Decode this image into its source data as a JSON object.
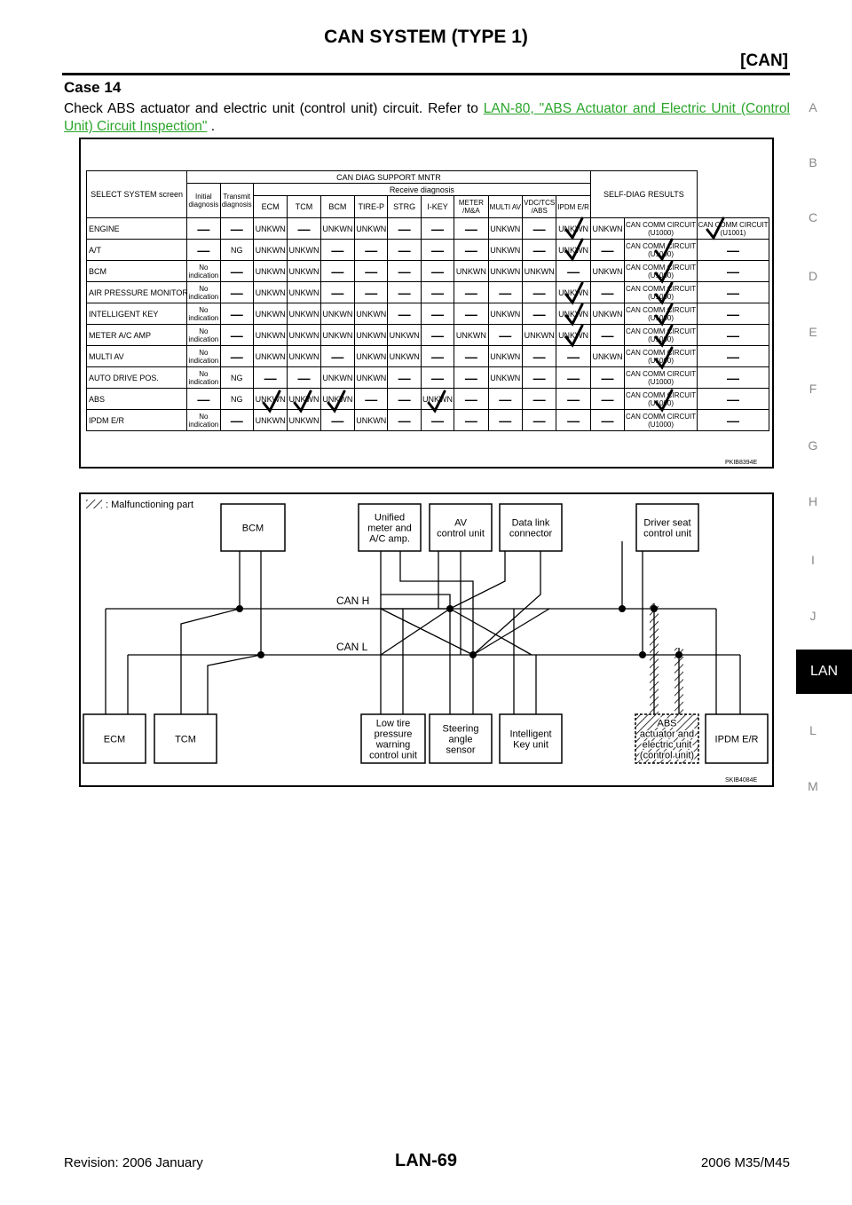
{
  "header": {
    "title": "CAN SYSTEM (TYPE 1)",
    "section": "[CAN]"
  },
  "case": {
    "heading": "Case 14",
    "text_before": "Check ABS actuator and electric unit (control unit) circuit. Refer to ",
    "link": "LAN-80, \"ABS Actuator and Electric Unit (Control Unit) Circuit Inspection\"",
    "text_after": " ."
  },
  "sidebar": {
    "letters": [
      "A",
      "B",
      "C",
      "D",
      "E",
      "F",
      "G",
      "H",
      "I",
      "J",
      "L",
      "M"
    ],
    "active": "LAN"
  },
  "table": {
    "header": {
      "select": "SELECT SYSTEM screen",
      "support": "CAN DIAG SUPPORT MNTR",
      "initial": "Initial diagnosis",
      "transmit": "Transmit diagnosis",
      "receive": "Receive diagnosis",
      "self": "SELF-DIAG RESULTS",
      "cols": [
        "ECM",
        "TCM",
        "BCM",
        "TIRE-P",
        "STRG",
        "I-KEY",
        "METER /M&A",
        "MULTI AV",
        "VDC/TCS /ABS",
        "IPDM E/R"
      ]
    },
    "rows": [
      {
        "sys": "ENGINE",
        "cells": [
          "—",
          "—",
          "UNKWN",
          "—",
          "UNKWN",
          "UNKWN",
          "—",
          "—",
          "—",
          "UNKWN",
          "—",
          "UNKWN",
          "UNKWN"
        ],
        "res1": "CAN COMM CIRCUIT (U1000)",
        "res2": "CAN COMM CIRCUIT (U1001)"
      },
      {
        "sys": "A/T",
        "cells": [
          "—",
          "NG",
          "UNKWN",
          "UNKWN",
          "—",
          "—",
          "—",
          "—",
          "—",
          "UNKWN",
          "—",
          "UNKWN",
          "—"
        ],
        "res1": "CAN COMM CIRCUIT (U1000)",
        "res2": "—"
      },
      {
        "sys": "BCM",
        "cells": [
          "No indication",
          "—",
          "UNKWN",
          "UNKWN",
          "—",
          "—",
          "—",
          "—",
          "UNKWN",
          "UNKWN",
          "UNKWN",
          "—",
          "UNKWN"
        ],
        "res1": "CAN COMM CIRCUIT (U1000)",
        "res2": "—"
      },
      {
        "sys": "AIR PRESSURE MONITOR",
        "cells": [
          "No indication",
          "—",
          "UNKWN",
          "UNKWN",
          "—",
          "—",
          "—",
          "—",
          "—",
          "—",
          "—",
          "UNKWN",
          "—"
        ],
        "res1": "CAN COMM CIRCUIT (U1000)",
        "res2": "—"
      },
      {
        "sys": "INTELLIGENT KEY",
        "cells": [
          "No indication",
          "—",
          "UNKWN",
          "UNKWN",
          "UNKWN",
          "UNKWN",
          "—",
          "—",
          "—",
          "UNKWN",
          "—",
          "UNKWN",
          "UNKWN"
        ],
        "res1": "CAN COMM CIRCUIT (U1000)",
        "res2": "—"
      },
      {
        "sys": "METER A/C AMP",
        "cells": [
          "No indication",
          "—",
          "UNKWN",
          "UNKWN",
          "UNKWN",
          "UNKWN",
          "UNKWN",
          "—",
          "UNKWN",
          "—",
          "UNKWN",
          "UNKWN",
          "—"
        ],
        "res1": "CAN COMM CIRCUIT (U1000)",
        "res2": "—"
      },
      {
        "sys": "MULTI AV",
        "cells": [
          "No indication",
          "—",
          "UNKWN",
          "UNKWN",
          "—",
          "UNKWN",
          "UNKWN",
          "—",
          "—",
          "UNKWN",
          "—",
          "—",
          "UNKWN"
        ],
        "res1": "CAN COMM CIRCUIT (U1000)",
        "res2": "—"
      },
      {
        "sys": "AUTO DRIVE POS.",
        "cells": [
          "No indication",
          "NG",
          "—",
          "—",
          "UNKWN",
          "UNKWN",
          "—",
          "—",
          "—",
          "UNKWN",
          "—",
          "—",
          "—"
        ],
        "res1": "CAN COMM CIRCUIT (U1000)",
        "res2": "—"
      },
      {
        "sys": "ABS",
        "cells": [
          "—",
          "NG",
          "UNKWN",
          "UNKWN",
          "UNKWN",
          "—",
          "—",
          "UNKWN",
          "—",
          "—",
          "—",
          "—",
          "—"
        ],
        "res1": "CAN COMM CIRCUIT (U1000)",
        "res2": "—"
      },
      {
        "sys": "IPDM E/R",
        "cells": [
          "No indication",
          "—",
          "UNKWN",
          "UNKWN",
          "—",
          "UNKWN",
          "—",
          "—",
          "—",
          "—",
          "—",
          "—",
          "—"
        ],
        "res1": "CAN COMM CIRCUIT (U1000)",
        "res2": "—"
      }
    ],
    "figure_id": "PKIB8394E"
  },
  "circuit": {
    "legend": ": Malfunctioning part",
    "can_h": "CAN H",
    "can_l": "CAN L",
    "top_units": [
      [
        "BCM"
      ],
      [
        "Unified",
        "meter and",
        "A/C amp."
      ],
      [
        "AV",
        "control unit"
      ],
      [
        "Data link",
        "connector"
      ],
      [
        "Driver seat",
        "control unit"
      ]
    ],
    "bottom_units": [
      [
        "ECM"
      ],
      [
        "TCM"
      ],
      [
        "Low tire",
        "pressure",
        "warning",
        "control unit"
      ],
      [
        "Steering",
        "angle",
        "sensor"
      ],
      [
        "Intelligent",
        "Key unit"
      ],
      [
        "ABS",
        "actuator and",
        "electric unit",
        "(control unit)"
      ],
      [
        "IPDM E/R"
      ]
    ],
    "figure_id": "SKIB4084E"
  },
  "footer": {
    "revision": "Revision: 2006 January",
    "page": "LAN-69",
    "model": "2006 M35/M45"
  }
}
